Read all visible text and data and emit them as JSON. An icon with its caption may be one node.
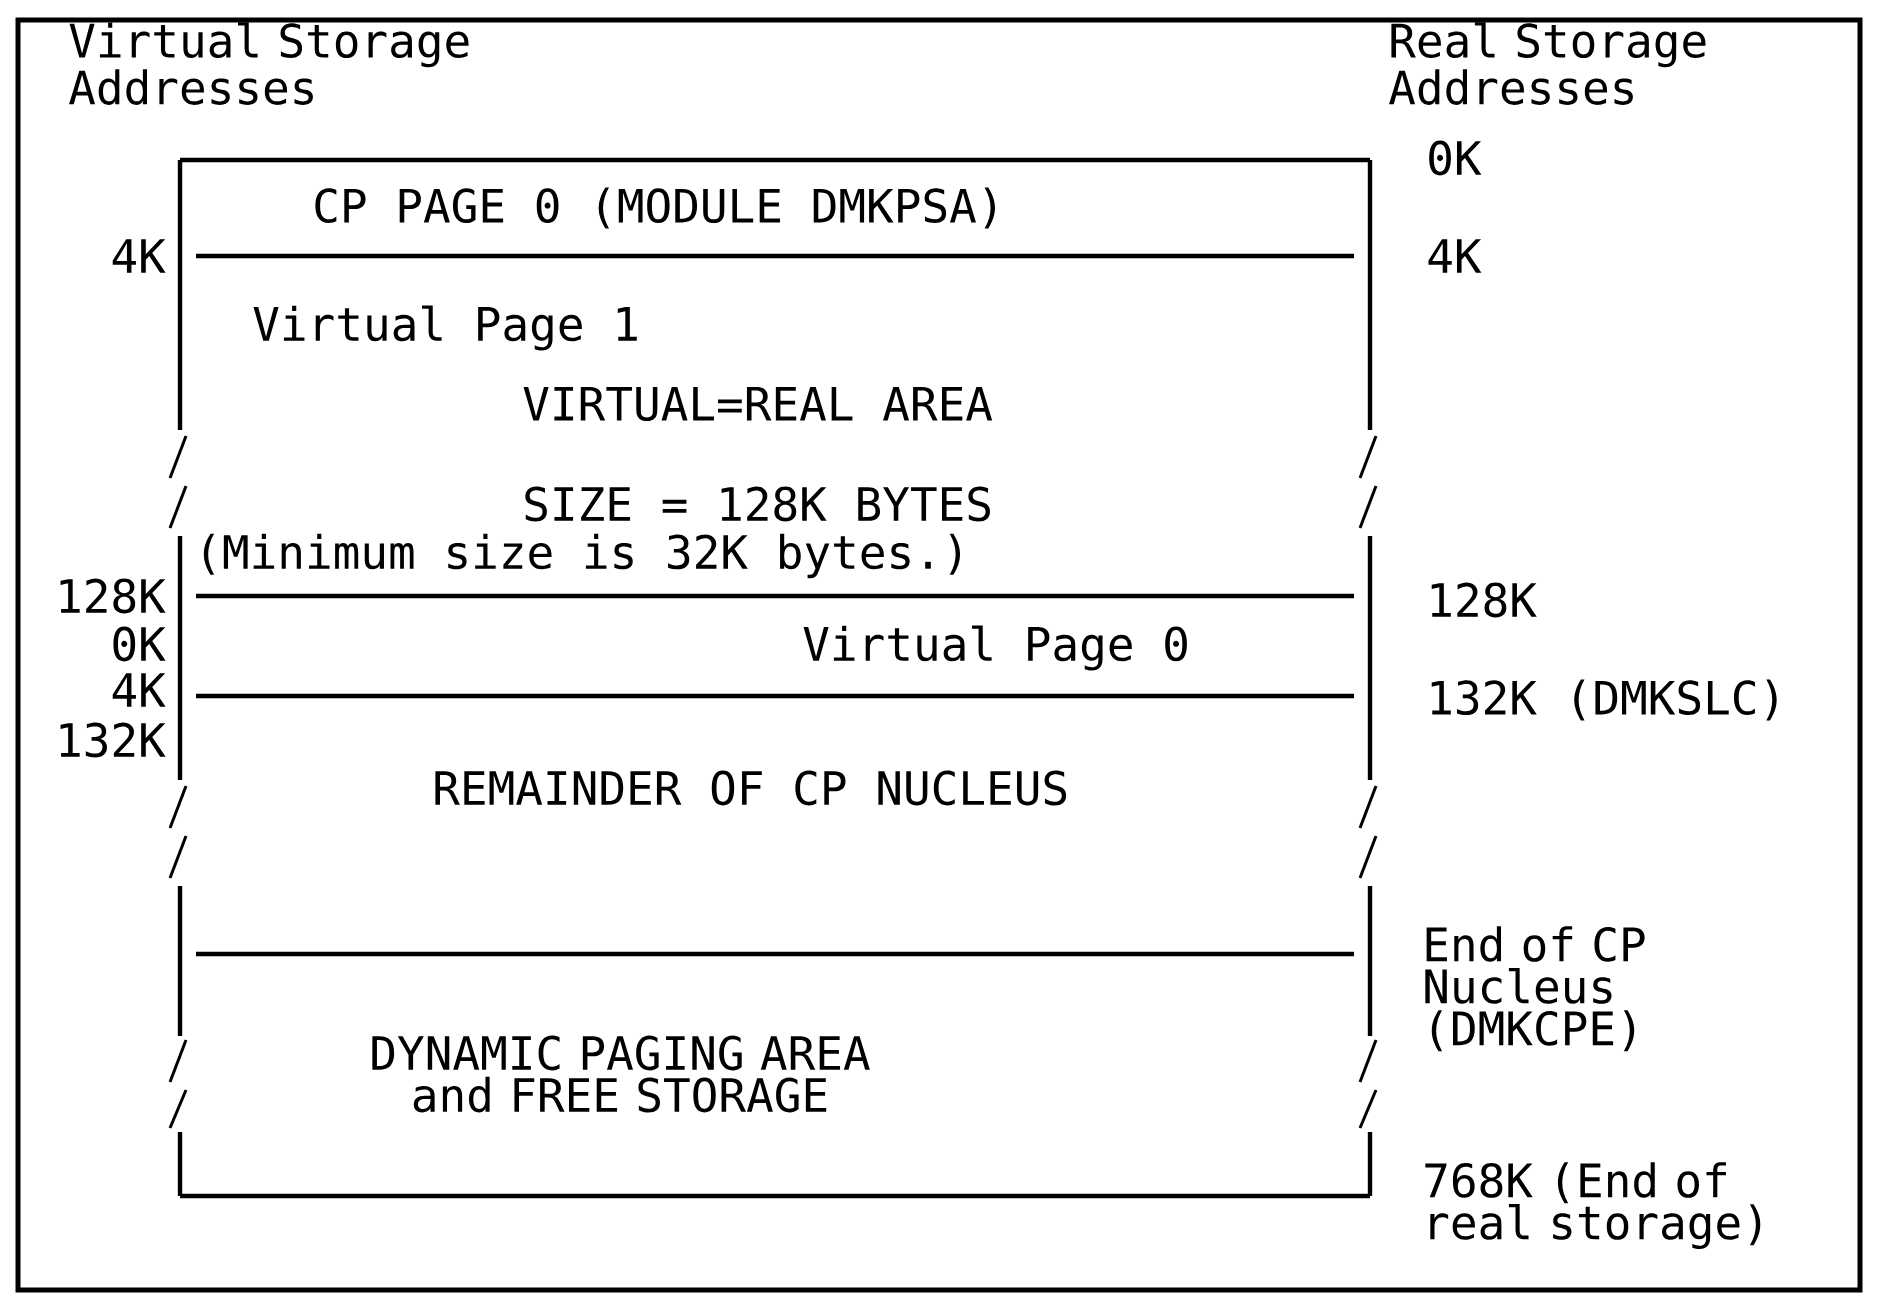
{
  "diagram": {
    "nodes": [
      {
        "text": [
          "CP PAGE 0 (MODULE DMKPSA)"
        ]
      },
      {
        "text": [
          "Virtual Page 1",
          "VIRTUAL=REAL AREA",
          "SIZE = 128K BYTES",
          "(Minimum size is 32K bytes.)"
        ]
      },
      {
        "text": [
          "Virtual Page 0"
        ]
      },
      {
        "text": [
          "REMAINDER OF CP NUCLEUS"
        ]
      },
      {
        "text": [
          "DYNAMIC PAGING AREA and FREE STORAGE"
        ]
      }
    ],
    "labels": [
      "Virtual Storage Addresses",
      "Real Storage Addresses",
      "0K",
      "4K",
      "4K",
      "128K",
      "128K",
      "0K",
      "4K",
      "132K (DMKSLC)",
      "132K",
      "End of CP Nucleus (DMKCPE)",
      "768K (End of real storage)"
    ]
  }
}
